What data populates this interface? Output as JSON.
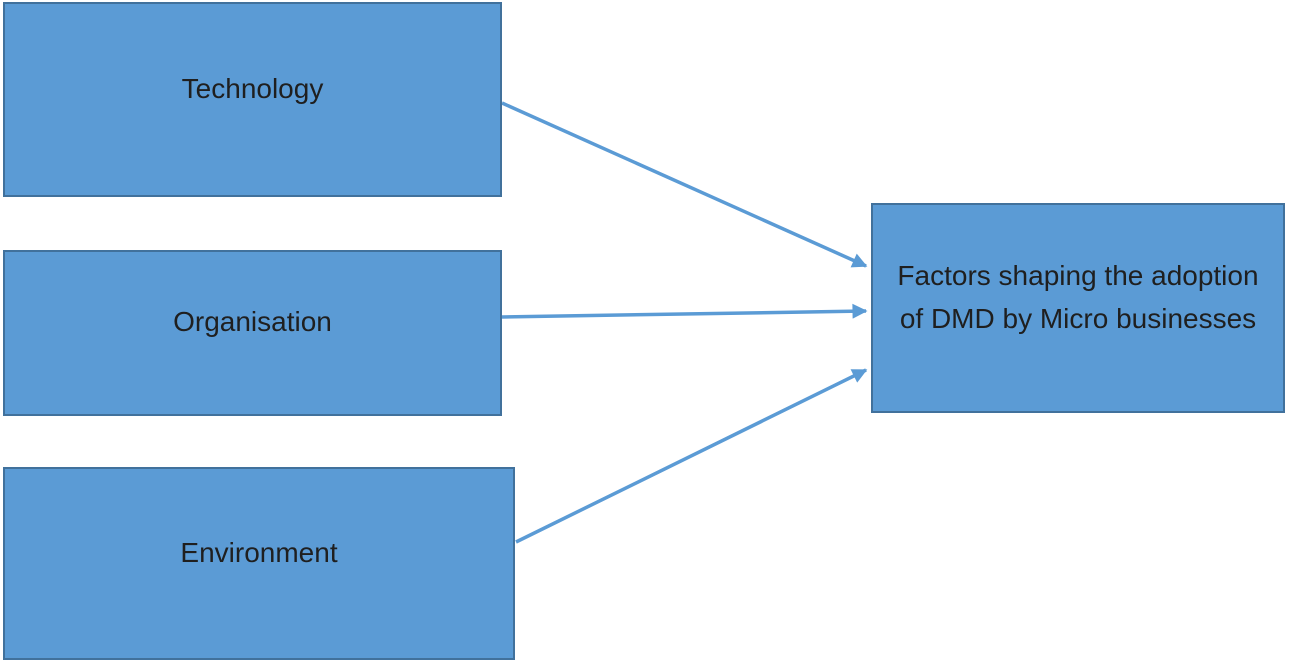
{
  "diagram": {
    "background_color": "#ffffff",
    "box_fill_color": "#5b9bd5",
    "box_border_color": "#41719c",
    "arrow_color": "#5b9bd5",
    "text_color": "#1f1f1f",
    "nodes": [
      {
        "id": "technology",
        "label": "Technology"
      },
      {
        "id": "organisation",
        "label": "Organisation"
      },
      {
        "id": "environment",
        "label": "Environment"
      },
      {
        "id": "factors",
        "label": "Factors shaping the adoption of DMD by Micro businesses"
      }
    ],
    "edges": [
      {
        "from": "Technology",
        "to": "Factors shaping the adoption of DMD by Micro businesses",
        "style": "arrow"
      },
      {
        "from": "Organisation",
        "to": "Factors shaping the adoption of DMD by Micro businesses",
        "style": "arrow"
      },
      {
        "from": "Environment",
        "to": "Factors shaping the adoption of DMD by Micro businesses",
        "style": "arrow"
      }
    ]
  }
}
